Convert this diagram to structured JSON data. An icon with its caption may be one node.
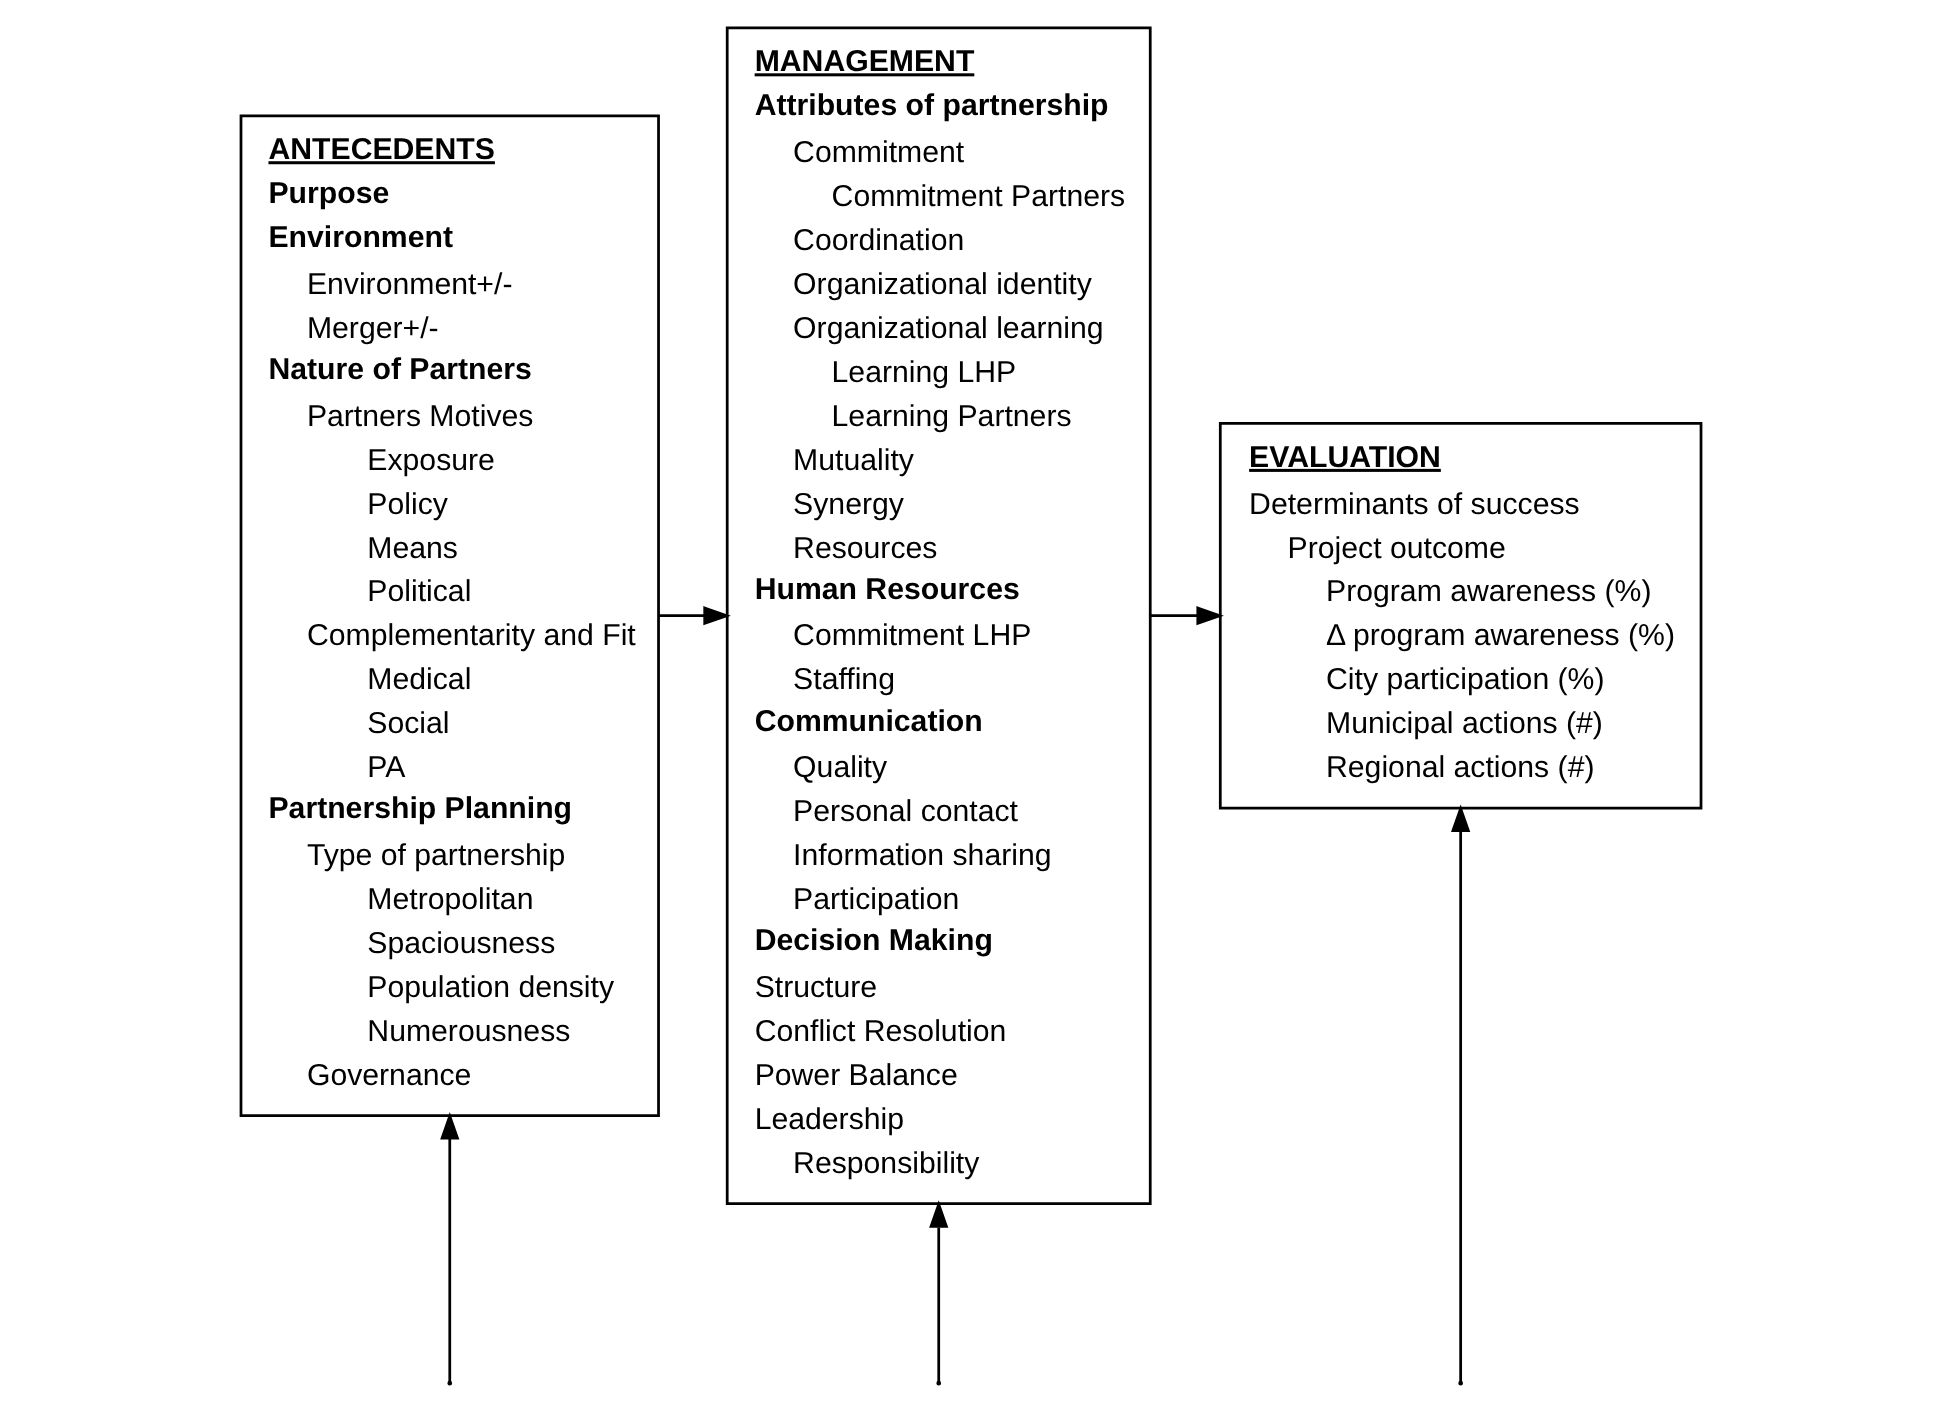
{
  "diagram": {
    "nodes": [
      {
        "text": [
          "ANTECEDENTS",
          "Purpose",
          "Environment",
          "Environment+/-",
          "Merger+/-",
          "Nature of Partners",
          "Partners Motives",
          "Exposure",
          "Policy",
          "Means",
          "Political",
          "Complementarity and Fit",
          "Medical",
          "Social",
          "PA",
          "Partnership Planning",
          "Type of partnership",
          "Metropolitan",
          "Spaciousness",
          "Population density",
          "Numerousness",
          "Governance"
        ]
      },
      {
        "text": [
          "MANAGEMENT",
          "Attributes of partnership",
          "Commitment",
          "Commitment Partners",
          "Coordination",
          "Organizational identity",
          "Organizational learning",
          "Learning LHP",
          "Learning Partners",
          "Mutuality",
          "Synergy",
          "Resources",
          "Human Resources",
          "Commitment LHP",
          "Staffing",
          "Communication",
          "Quality",
          "Personal contact",
          "Information sharing",
          "Participation",
          "Decision Making",
          "Structure",
          "Conflict Resolution",
          "Power Balance",
          "Leadership",
          "Responsibility"
        ]
      },
      {
        "text": [
          "EVALUATION",
          "Determinants of success",
          "Project outcome",
          "Program awareness (%)",
          "Δ program awareness (%)",
          "City participation (%)",
          "Municipal actions (#)",
          "Regional actions (#)"
        ]
      }
    ],
    "edges": [
      {
        "from": 0,
        "to": 1,
        "arrow": "to"
      },
      {
        "from": 1,
        "to": 2,
        "arrow": "to"
      },
      {
        "from": null,
        "to": 0,
        "arrow": "to"
      },
      {
        "from": null,
        "to": 1,
        "arrow": "to"
      },
      {
        "from": null,
        "to": 2,
        "arrow": "to"
      }
    ]
  }
}
